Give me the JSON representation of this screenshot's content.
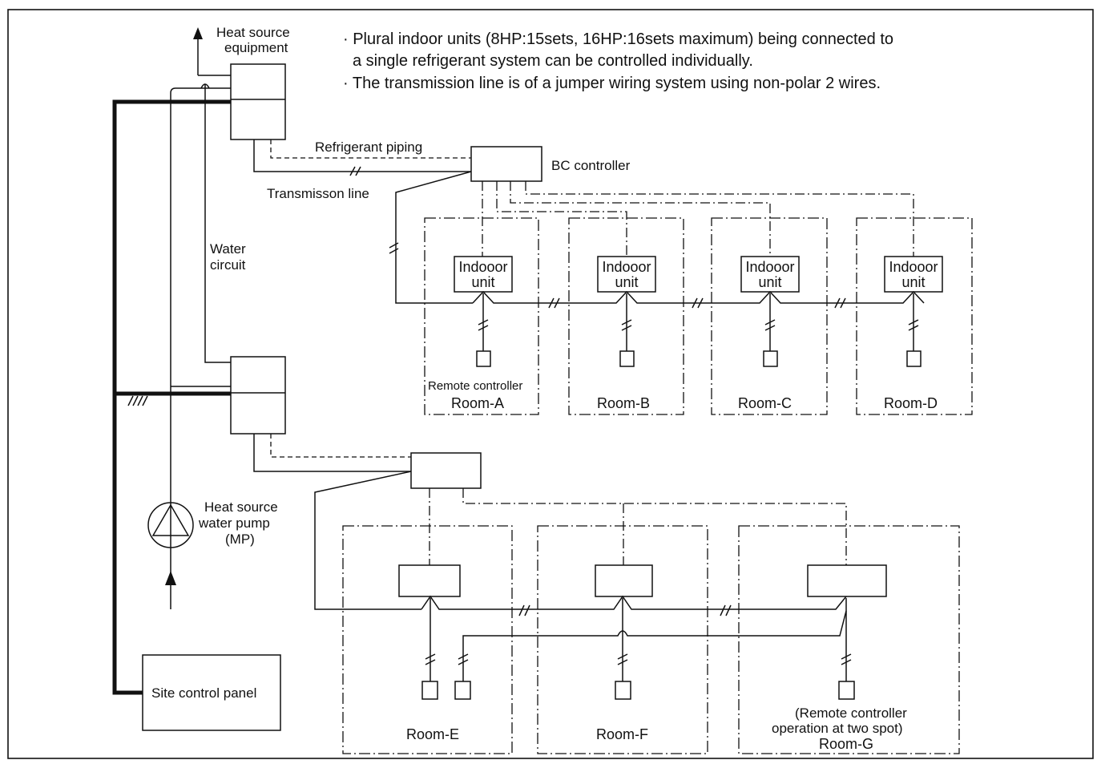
{
  "notes": [
    "· Plural indoor units (8HP:15sets, 16HP:16sets maximum) being connected to",
    "a single refrigerant system can be controlled individually.",
    "· The transmission line is of a jumper wiring system using non-polar 2 wires."
  ],
  "labels": {
    "heat_source_1": "Heat source",
    "heat_source_2": "equipment",
    "refrigerant_piping": "Refrigerant piping",
    "transmission_line": "Transmisson line",
    "bc_controller": "BC controller",
    "water_1": "Water",
    "water_2": "circuit",
    "pump_1": "Heat source",
    "pump_2": "water pump",
    "pump_3": "(MP)",
    "site_control_panel": "Site control panel",
    "remote_controller": "Remote controller",
    "room_g_note_1": "(Remote controller",
    "room_g_note_2": "operation at two spot)"
  },
  "indoor_unit": {
    "line1": "Indooor",
    "line2": "unit"
  },
  "rooms": [
    "Room-A",
    "Room-B",
    "Room-C",
    "Room-D",
    "Room-E",
    "Room-F",
    "Room-G"
  ],
  "colors": {
    "line": "#111111",
    "background": "#ffffff"
  }
}
